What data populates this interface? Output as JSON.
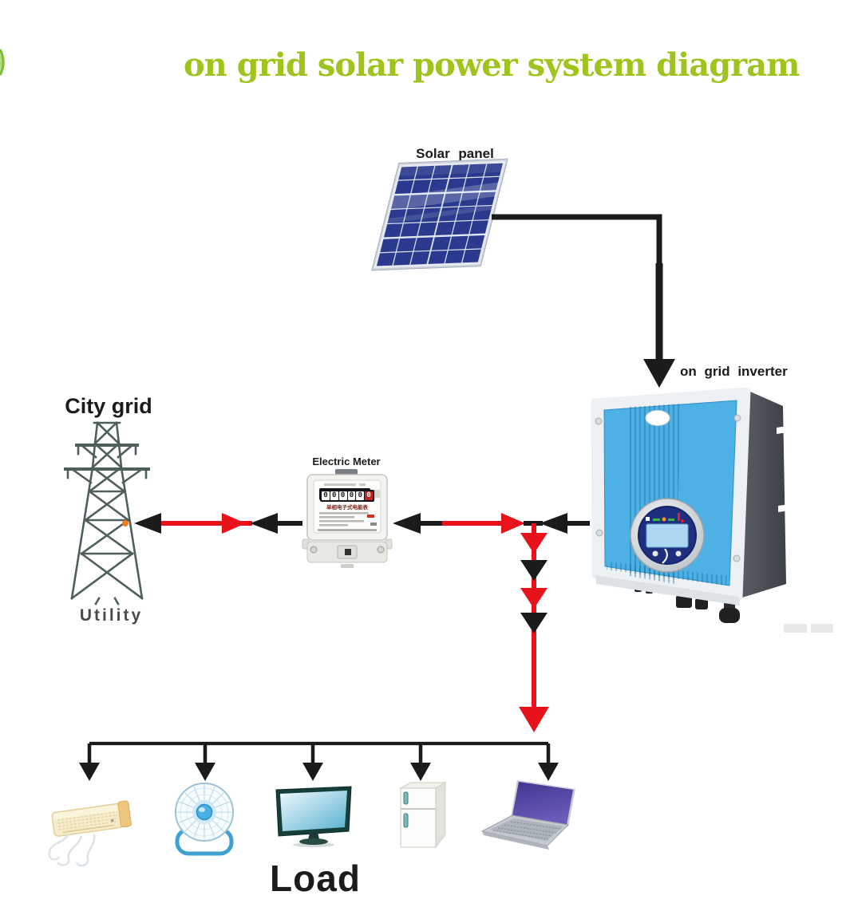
{
  "title": {
    "text": "on grid solar power system diagram",
    "color": "#9ec41d"
  },
  "nodes": {
    "solar_panel": {
      "label": "Solar panel"
    },
    "inverter": {
      "label": "on grid inverter"
    },
    "city_grid": {
      "label": "City grid",
      "sublabel": "Utility"
    },
    "meter": {
      "label": "Electric Meter",
      "digits": [
        "0",
        "0",
        "0",
        "0",
        "0",
        "0"
      ],
      "nameplate": "单相电子式电能表"
    },
    "load": {
      "label": "Load",
      "appliances": [
        "air-conditioner",
        "desk-fan",
        "television",
        "refrigerator",
        "laptop"
      ]
    }
  },
  "connections": [
    {
      "from": "solar-panel",
      "to": "on-grid-inverter",
      "color": "black",
      "direction": "one-way-down"
    },
    {
      "from": "on-grid-inverter",
      "to": "junction",
      "color": "black",
      "direction": "toward-junction"
    },
    {
      "from": "junction",
      "to": "electric-meter",
      "color": "red-and-black",
      "direction": "bidirectional"
    },
    {
      "from": "electric-meter",
      "to": "city-grid",
      "color": "red-and-black",
      "direction": "bidirectional"
    },
    {
      "from": "junction",
      "to": "load-bus",
      "color": "red-with-black-chevrons",
      "direction": "down"
    }
  ],
  "colors": {
    "title_green": "#9ec41d",
    "arrow_red": "#e8121a",
    "arrow_black": "#1b1b1b",
    "panel_cell_blue": "#2b3a8e",
    "inverter_blue": "#4db1e6",
    "tower_gray": "#4f5f59",
    "connection_dot_orange": "#f47920"
  }
}
